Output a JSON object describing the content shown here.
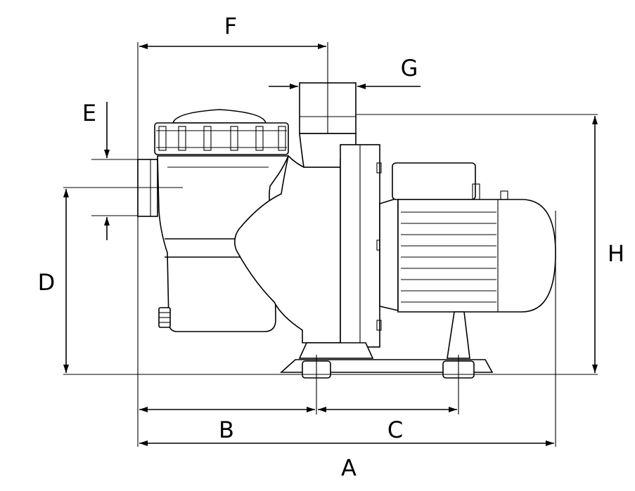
{
  "dimensions": {
    "A": "A",
    "B": "B",
    "C": "C",
    "D": "D",
    "E": "E",
    "F": "F",
    "G": "G",
    "H": "H"
  },
  "colors": {
    "line": "#000000",
    "background": "#ffffff"
  }
}
